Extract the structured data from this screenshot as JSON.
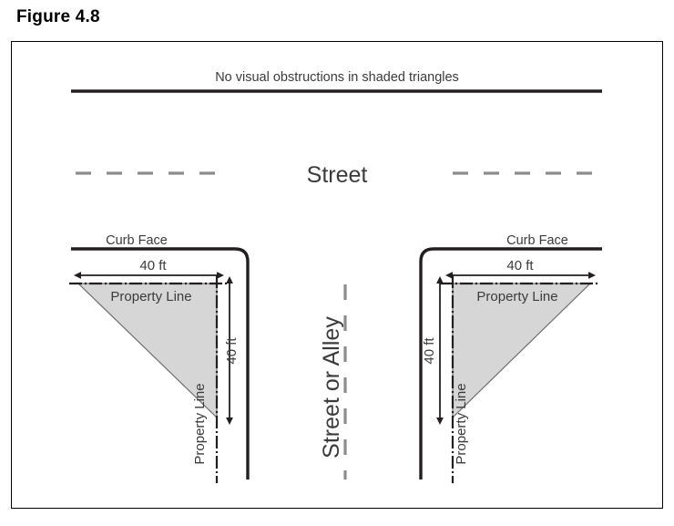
{
  "figure": {
    "caption": "Figure 4.8",
    "note": "No visual obstructions in shaded triangles"
  },
  "labels": {
    "street_top": "Street",
    "street_or_alley": "Street or Alley",
    "curb_face": "Curb Face",
    "property_line": "Property Line",
    "dimension_horizontal": "40 ft",
    "dimension_vertical": "40 ft"
  },
  "left_intersection": {
    "curb_face_label": "Curb Face",
    "property_line_top_label": "Property Line",
    "property_line_side_label": "Property Line",
    "width_label": "40 ft",
    "height_label": "40 ft"
  },
  "right_intersection": {
    "curb_face_label": "Curb Face",
    "property_line_top_label": "Property Line",
    "property_line_side_label": "Property Line",
    "width_label": "40 ft",
    "height_label": "40 ft"
  },
  "chart_data": {
    "type": "diagram",
    "title": "Figure 4.8",
    "subtitle": "No visual obstructions in shaded triangles",
    "description": "Sight-distance triangle diagram at the intersection of a Street and a Street or Alley",
    "triangles": [
      {
        "name": "left-sight-triangle",
        "legs_ft": [
          40,
          40
        ],
        "leg_labels": [
          "40 ft",
          "40 ft"
        ],
        "fill": "#d6d6d6",
        "orientation": "right-angle at top-right"
      },
      {
        "name": "right-sight-triangle",
        "legs_ft": [
          40,
          40
        ],
        "leg_labels": [
          "40 ft",
          "40 ft"
        ],
        "fill": "#d6d6d6",
        "orientation": "right-angle at top-left"
      }
    ],
    "line_types": {
      "curb_face": "solid",
      "property_line": "dash-dot",
      "street_centerline": "dashed",
      "street_edge": "solid-thick"
    },
    "colors": {
      "shade": "#d6d6d6",
      "line": "#231f20",
      "text": "#3b3b3d",
      "frame": "#000000",
      "dash": "#8c8c8c"
    }
  }
}
